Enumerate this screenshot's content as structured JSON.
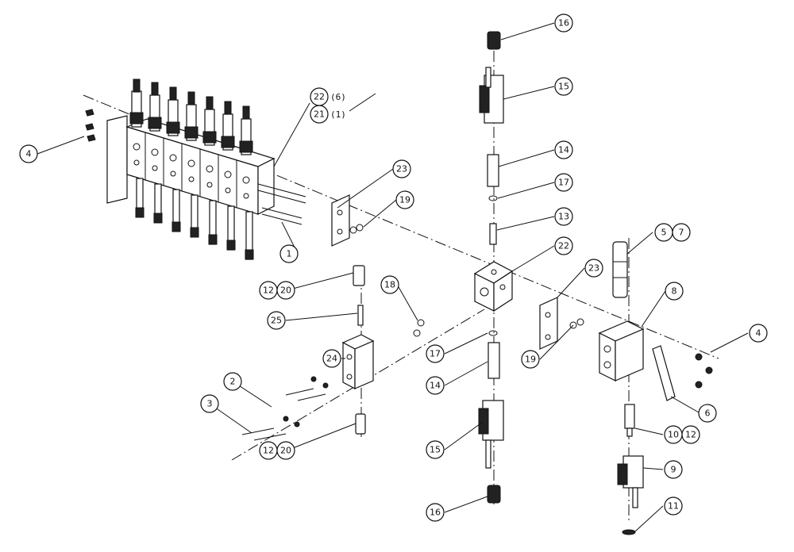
{
  "diagram": {
    "callouts": [
      {
        "id": "c1",
        "label": "1"
      },
      {
        "id": "c2",
        "label": "2"
      },
      {
        "id": "c3",
        "label": "3"
      },
      {
        "id": "c4a",
        "label": "4"
      },
      {
        "id": "c4b",
        "label": "4"
      },
      {
        "id": "c57a",
        "label": "5"
      },
      {
        "id": "c57b",
        "label": "7"
      },
      {
        "id": "c6",
        "label": "6"
      },
      {
        "id": "c8",
        "label": "8"
      },
      {
        "id": "c9",
        "label": "9"
      },
      {
        "id": "c1012a",
        "label": "10"
      },
      {
        "id": "c1012b",
        "label": "12"
      },
      {
        "id": "c11",
        "label": "11"
      },
      {
        "id": "c1220a1",
        "label": "12"
      },
      {
        "id": "c1220a2",
        "label": "20"
      },
      {
        "id": "c1220b1",
        "label": "12"
      },
      {
        "id": "c1220b2",
        "label": "20"
      },
      {
        "id": "c13",
        "label": "13"
      },
      {
        "id": "c14a",
        "label": "14"
      },
      {
        "id": "c14b",
        "label": "14"
      },
      {
        "id": "c15a",
        "label": "15"
      },
      {
        "id": "c15b",
        "label": "15"
      },
      {
        "id": "c16a",
        "label": "16"
      },
      {
        "id": "c16b",
        "label": "16"
      },
      {
        "id": "c17a",
        "label": "17"
      },
      {
        "id": "c17b",
        "label": "17"
      },
      {
        "id": "c18",
        "label": "18"
      },
      {
        "id": "c19a",
        "label": "19"
      },
      {
        "id": "c19b",
        "label": "19"
      },
      {
        "id": "c21",
        "label": "21"
      },
      {
        "id": "c22a",
        "label": "22"
      },
      {
        "id": "c22b",
        "label": "22"
      },
      {
        "id": "c23a",
        "label": "23"
      },
      {
        "id": "c23b",
        "label": "23"
      },
      {
        "id": "c24",
        "label": "24"
      },
      {
        "id": "c25",
        "label": "25"
      }
    ],
    "qty_22": "(6)",
    "qty_21": "(1)"
  }
}
